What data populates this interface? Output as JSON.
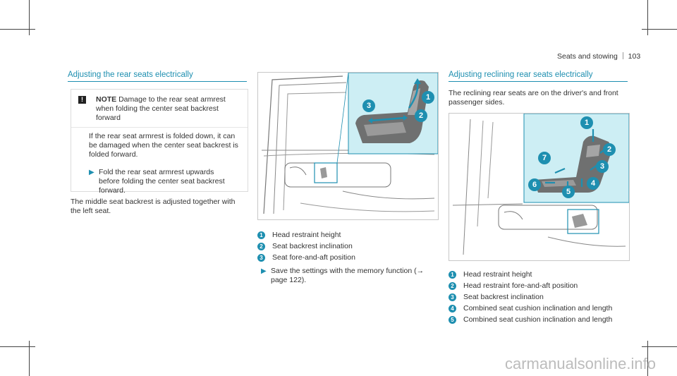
{
  "header": {
    "section": "Seats and stowing",
    "page_number": "103"
  },
  "left": {
    "title": "Adjusting the rear seats electrically",
    "note": {
      "label": "NOTE",
      "headline": "Damage to the rear seat armrest when folding the center seat backrest forward",
      "body": "If the rear seat armrest is folded down, it can be damaged when the center seat backrest is folded forward.",
      "step": "Fold the rear seat armrest upwards before folding the center seat backrest forward."
    },
    "paragraph": "The middle seat backrest is adjusted together with the left seat."
  },
  "middle": {
    "legend": [
      {
        "n": "1",
        "text": "Head restraint height"
      },
      {
        "n": "2",
        "text": "Seat backrest inclination"
      },
      {
        "n": "3",
        "text": "Seat fore-and-aft position"
      }
    ],
    "step": "Save the settings with the memory function (→ page 122)."
  },
  "right": {
    "title": "Adjusting reclining rear seats electrically",
    "intro": "The reclining rear seats are on the driver's and front passenger sides.",
    "legend": [
      {
        "n": "1",
        "text": "Head restraint height"
      },
      {
        "n": "2",
        "text": "Head restraint fore-and-aft position"
      },
      {
        "n": "3",
        "text": "Seat backrest inclination"
      },
      {
        "n": "4",
        "text": "Combined seat cushion inclination and length"
      },
      {
        "n": "5",
        "text": "Combined seat cushion inclination and length"
      }
    ]
  },
  "figure1_callouts": [
    "1",
    "2",
    "3"
  ],
  "figure2_callouts": [
    "1",
    "2",
    "3",
    "4",
    "5",
    "6",
    "7"
  ],
  "watermark": "carmanualsonline.info",
  "colors": {
    "accent": "#1e8fb0",
    "panel": "#cdeef4"
  }
}
